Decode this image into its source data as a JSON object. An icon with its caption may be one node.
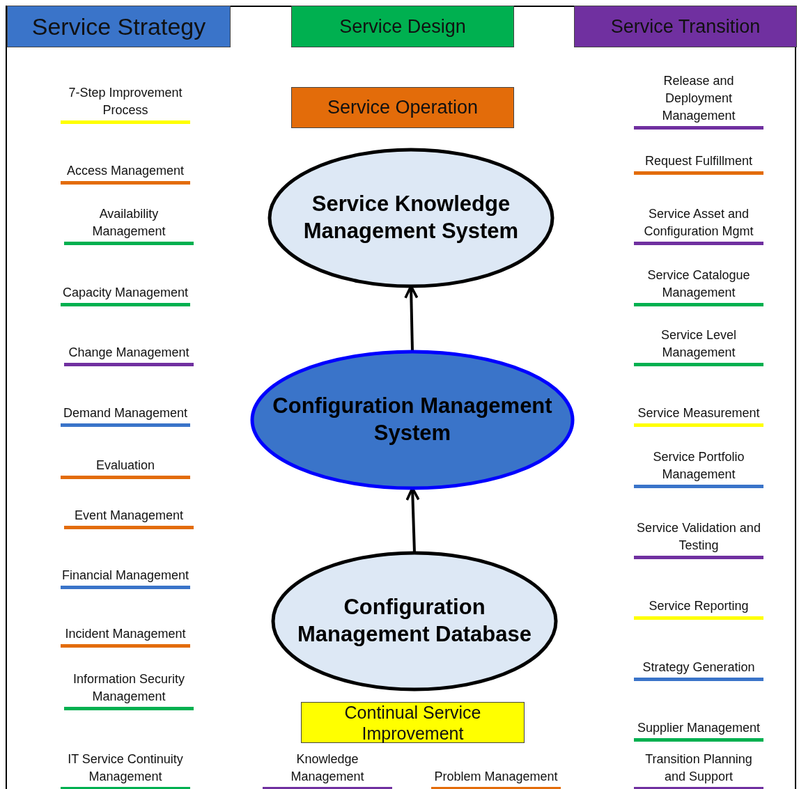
{
  "diagram": {
    "nodes": [
      {
        "text": [
          "Service Knowledge Management System"
        ]
      },
      {
        "text": [
          "Configuration Management System"
        ]
      },
      {
        "text": [
          "Configuration Management Database"
        ]
      }
    ],
    "edges": [
      {
        "from": 2,
        "to": 1,
        "arrow": "to"
      },
      {
        "from": 1,
        "to": 0,
        "arrow": "to"
      }
    ],
    "labels": [
      "7-Step Improvement Process",
      "Access Management",
      "Availability Management",
      "Capacity Management",
      "Change Management",
      "Demand Management",
      "Evaluation",
      "Event Management",
      "Financial Management",
      "Incident Management",
      "Information Security Management",
      "IT Service Continuity Management",
      "Release and Deployment Management",
      "Request Fulfillment",
      "Service Asset and Configuration Mgmt",
      "Service Catalogue Management",
      "Service Level Management",
      "Service Measurement",
      "Service Portfolio Management",
      "Service Validation and Testing",
      "Service Reporting",
      "Strategy Generation",
      "Supplier Management",
      "Transition Planning and Support",
      "Knowledge Management",
      "Problem Management"
    ],
    "legend": [
      {
        "text": "Service Strategy",
        "color": "#3a74c9"
      },
      {
        "text": "Service Design",
        "color": "#00b050"
      },
      {
        "text": "Service Transition",
        "color": "#7030a0"
      },
      {
        "text": "Service Operation",
        "color": "#e36c0a"
      },
      {
        "text": "Continual Service Improvement",
        "color": "#ffff00"
      }
    ]
  }
}
